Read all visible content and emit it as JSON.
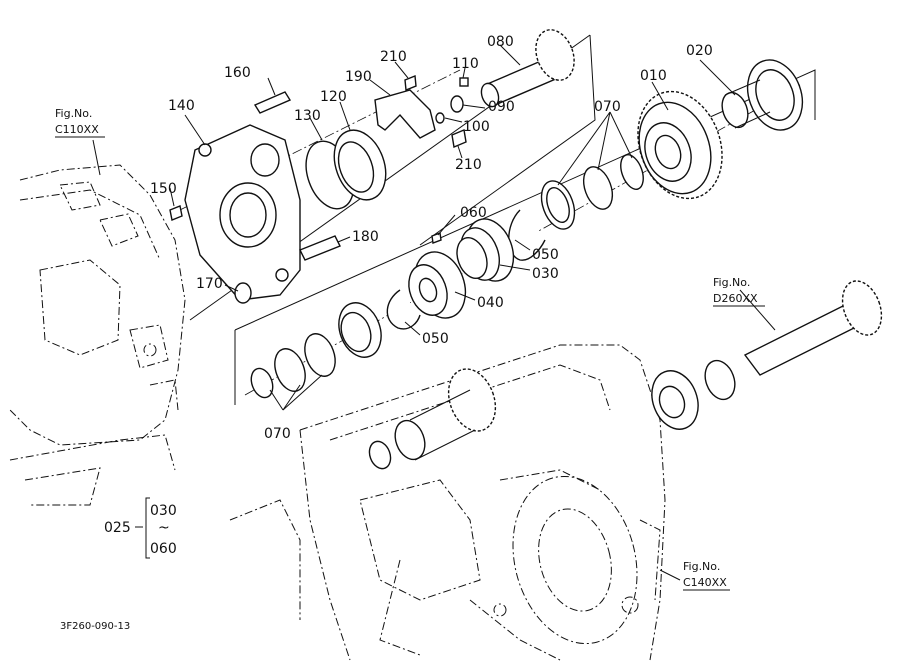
{
  "drawing_code": "3F260-090-13",
  "figure_refs": [
    {
      "id": "c110",
      "title": "Fig.No.",
      "code": "C110XX"
    },
    {
      "id": "d260",
      "title": "Fig.No.",
      "code": "D260XX"
    },
    {
      "id": "c140",
      "title": "Fig.No.",
      "code": "C140XX"
    }
  ],
  "part_labels": {
    "p010": "010",
    "p020": "020",
    "p030": "030",
    "p040": "040",
    "p050a": "050",
    "p050b": "050",
    "p060": "060",
    "p070a": "070",
    "p070b": "070",
    "p080": "080",
    "p090": "090",
    "p100": "100",
    "p110": "110",
    "p120": "120",
    "p130": "130",
    "p140": "140",
    "p150": "150",
    "p160": "160",
    "p170": "170",
    "p180": "180",
    "p190": "190",
    "p210a": "210",
    "p210b": "210"
  },
  "assembly_group": {
    "label": "025",
    "from": "030",
    "tilde": "~",
    "to": "060"
  }
}
